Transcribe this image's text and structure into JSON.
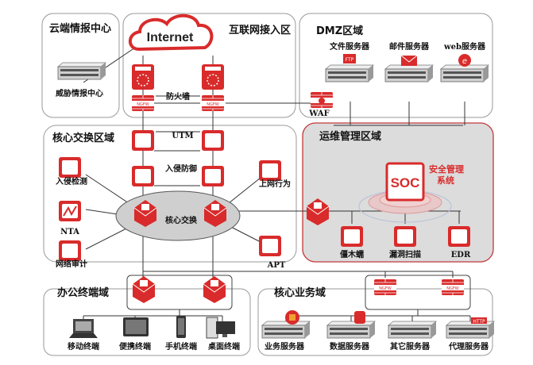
{
  "zones": {
    "cloud_intel": "云端情报中心",
    "internet_access": "互联网接入区",
    "dmz": "DMZ区域",
    "core_switching": "核心交换区域",
    "ops_management": "运维管理区域",
    "office_terminal": "办公终端域",
    "core_business": "核心业务域"
  },
  "labels": {
    "internet": "Internet",
    "threat_intel_center": "威胁情报中心",
    "firewall": "防火墙",
    "file_server": "文件服务器",
    "mail_server": "邮件服务器",
    "web_server": "web服务器",
    "waf": "WAF",
    "ftp": "FTP",
    "utm": "UTM",
    "ips": "入侵防御",
    "ids": "入侵检测",
    "nta": "NTA",
    "network_audit": "网络审计",
    "web_behavior": "上网行为",
    "apt": "APT",
    "core_switch": "核心交换",
    "soc": "SOC",
    "soc_title_1": "安全管理",
    "soc_title_2": "系统",
    "bot_worm": "僵木蠕",
    "vuln_scan": "漏洞扫描",
    "edr": "EDR",
    "ngfw": "NGFW",
    "http": "HTTP",
    "mobile_terminal": "移动终端",
    "portable_terminal": "便携终端",
    "phone_terminal": "手机终端",
    "desktop_terminal": "桌面终端",
    "business_server": "业务服务器",
    "data_server": "数据服务器",
    "other_server": "其它服务器",
    "proxy_server": "代理服务器"
  },
  "colors": {
    "accent": "#d92b2b",
    "ops_zone_fill": "#dcdcdc",
    "ops_zone_border": "#c0393b"
  }
}
